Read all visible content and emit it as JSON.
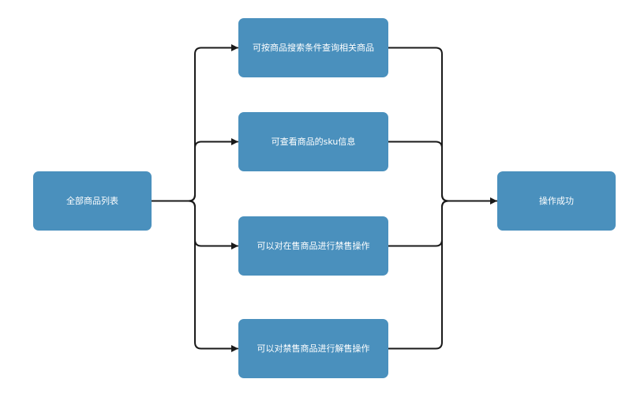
{
  "diagram": {
    "colors": {
      "node_fill": "#4a90bd",
      "node_text": "#ffffff",
      "edge": "#1a1a1a"
    },
    "nodes": [
      {
        "id": "all-products",
        "label": "全部商品列表"
      },
      {
        "id": "search",
        "label": "可按商品搜索条件查询相关商品"
      },
      {
        "id": "sku",
        "label": "可查看商品的sku信息"
      },
      {
        "id": "ban",
        "label": "可以对在售商品进行禁售操作"
      },
      {
        "id": "unban",
        "label": "可以对禁售商品进行解售操作"
      },
      {
        "id": "success",
        "label": "操作成功"
      }
    ],
    "edges": [
      {
        "from": "all-products",
        "to": "search"
      },
      {
        "from": "all-products",
        "to": "sku"
      },
      {
        "from": "all-products",
        "to": "ban"
      },
      {
        "from": "all-products",
        "to": "unban"
      },
      {
        "from": "search",
        "to": "success"
      },
      {
        "from": "sku",
        "to": "success"
      },
      {
        "from": "ban",
        "to": "success"
      },
      {
        "from": "unban",
        "to": "success"
      }
    ]
  }
}
